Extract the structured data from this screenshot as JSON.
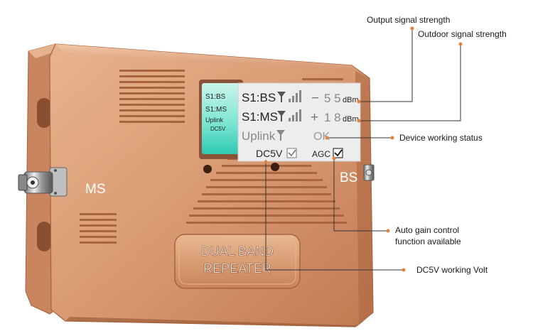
{
  "device": {
    "port_left": "MS",
    "port_right": "BS",
    "nameplate": [
      "DUAL BAND",
      "REPEATER"
    ]
  },
  "small_lcd": {
    "lines": [
      "S1:BS",
      "S1:MS",
      "Uplink",
      "DC5V"
    ]
  },
  "zoom_lcd": {
    "row1": {
      "label": "S1:BS",
      "sign": "−",
      "value": "5 5",
      "unit": "dBm"
    },
    "row2": {
      "label": "S1:MS",
      "sign": "+",
      "value": "1 8",
      "unit": "dBm"
    },
    "row3": {
      "label": "Uplink",
      "status": "OK"
    },
    "row4": {
      "dc_label": "DC5V",
      "agc_label": "AGC"
    }
  },
  "callouts": {
    "output_signal": "Output signal strength",
    "outdoor_signal": "Outdoor signal strength",
    "device_status": "Device working status",
    "agc_line1": "Auto gain control",
    "agc_line2": "function available",
    "dc5v": "DC5V working Volt"
  },
  "colors": {
    "housing": "#d99a72",
    "housing_dark": "#b86f48",
    "lcd_glow": "#3fd9c2",
    "dot": "#e4813a"
  }
}
